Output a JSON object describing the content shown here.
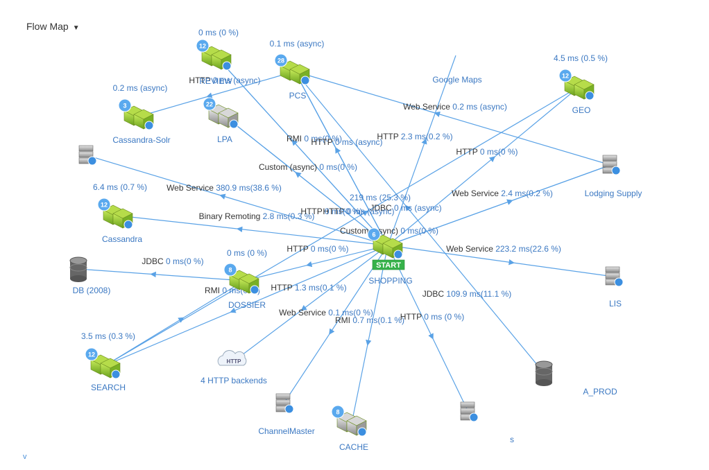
{
  "header": {
    "title": "Flow Map"
  },
  "footer": {
    "mark": "v"
  },
  "colors": {
    "edge": "#5aa2e6",
    "edge_label_type": "#333333",
    "edge_label_value": "#3b78c2",
    "node_label": "#3b78c2",
    "start_badge": "#36b24a",
    "badge": "#5aa9ee",
    "app_node": "#8fc43a"
  },
  "nodes": [
    {
      "id": "review",
      "kind": "app",
      "label": "REVIEW",
      "badge": "12",
      "stat": "0 ms (0 %)"
    },
    {
      "id": "pcs",
      "kind": "app",
      "label": "PCS",
      "badge": "28",
      "stat": "0.1 ms (async)"
    },
    {
      "id": "cassandra_solr",
      "kind": "app",
      "label": "Cassandra-Solr",
      "badge": "3",
      "stat": "0.2 ms (async)"
    },
    {
      "id": "lpa",
      "kind": "app-grey",
      "label": "LPA",
      "badge": "22",
      "stat": ""
    },
    {
      "id": "google_maps",
      "kind": "service",
      "label": "Google Maps",
      "badge": "",
      "stat": ""
    },
    {
      "id": "geo",
      "kind": "app",
      "label": "GEO",
      "badge": "12",
      "stat": "4.5 ms (0.5 %)"
    },
    {
      "id": "blurred_server",
      "kind": "server",
      "label": "",
      "badge": "",
      "stat": ""
    },
    {
      "id": "lodging",
      "kind": "server",
      "label": "Lodging Supply",
      "badge": "",
      "stat": ""
    },
    {
      "id": "cassandra",
      "kind": "app",
      "label": "Cassandra",
      "badge": "12",
      "stat": "6.4 ms (0.7 %)"
    },
    {
      "id": "shopping",
      "kind": "app",
      "label": "SHOPPING",
      "badge": "6",
      "stat": "",
      "start": "START"
    },
    {
      "id": "db2008",
      "kind": "db",
      "label": "DB (2008)",
      "badge": "",
      "stat": ""
    },
    {
      "id": "dossier",
      "kind": "app",
      "label": "DOSSIER",
      "badge": "8",
      "stat": "0 ms (0 %)"
    },
    {
      "id": "lis",
      "kind": "server",
      "label": "LIS",
      "badge": "",
      "stat": ""
    },
    {
      "id": "search",
      "kind": "app",
      "label": "SEARCH",
      "badge": "12",
      "stat": "3.5 ms (0.3 %)"
    },
    {
      "id": "http_backends",
      "kind": "cloud",
      "label": "4 HTTP backends",
      "badge": "",
      "stat": "",
      "icon_text": "HTTP"
    },
    {
      "id": "prod_db",
      "kind": "db",
      "label": "A_PROD",
      "badge": "",
      "stat": ""
    },
    {
      "id": "channelmaster",
      "kind": "server",
      "label": "ChannelMaster",
      "badge": "",
      "stat": ""
    },
    {
      "id": "cache",
      "kind": "app-grey",
      "label": "CACHE",
      "badge": "8",
      "stat": ""
    },
    {
      "id": "blurred_bottom",
      "kind": "server",
      "label": "s",
      "badge": "",
      "stat": ""
    }
  ],
  "edges": [
    {
      "from": "shopping",
      "to": "review",
      "type": "HTTP",
      "value": "0 ms (async)"
    },
    {
      "from": "shopping",
      "to": "pcs",
      "type": "RMI",
      "value": "0 ms(0 %)"
    },
    {
      "from": "pcs",
      "to": "cassandra_solr",
      "type": "",
      "value": ""
    },
    {
      "from": "shopping",
      "to": "lpa",
      "type": "Custom (async)",
      "value": "0 ms(0 %)"
    },
    {
      "from": "shopping",
      "to": "google_maps",
      "type": "HTTP",
      "value": "2.3 ms(0.2 %)"
    },
    {
      "from": "shopping",
      "to": "geo",
      "type": "HTTP",
      "value": "0 ms(0 %)"
    },
    {
      "from": "shopping",
      "to": "blurred_server",
      "type": "Web Service",
      "value": "380.9 ms(38.6 %)"
    },
    {
      "from": "lodging",
      "to": "pcs",
      "type": "Web Service",
      "value": "0.2 ms (async)"
    },
    {
      "from": "shopping",
      "to": "lodging",
      "type": "Web Service",
      "value": "2.4 ms(0.2 %)"
    },
    {
      "from": "shopping",
      "to": "cassandra",
      "type": "Binary Remoting",
      "value": "2.8 ms(0.3 %)"
    },
    {
      "from": "shopping",
      "to": "dossier",
      "type": "HTTP",
      "value": "0 ms(0 %)"
    },
    {
      "from": "dossier",
      "to": "db2008",
      "type": "JDBC",
      "value": "0 ms(0 %)"
    },
    {
      "from": "shopping",
      "to": "lis",
      "type": "Web Service",
      "value": "223.2 ms(22.6 %)"
    },
    {
      "from": "shopping",
      "to": "search",
      "type": "HTTP",
      "value": "1.3 ms(0.1 %)"
    },
    {
      "from": "search",
      "to": "dossier",
      "type": "RMI",
      "value": "0 ms(0 %)"
    },
    {
      "from": "search",
      "to": "geo",
      "type": "",
      "value": ""
    },
    {
      "from": "shopping",
      "to": "http_backends",
      "type": "Web Service",
      "value": "0.1 ms(0 %)"
    },
    {
      "from": "shopping",
      "to": "channelmaster",
      "type": "RMI",
      "value": "0.7 ms(0.1 %)"
    },
    {
      "from": "shopping",
      "to": "cache",
      "type": "HTTP",
      "value": "0 ms (0 %)"
    },
    {
      "from": "shopping",
      "to": "blurred_bottom",
      "type": "JDBC",
      "value": "109.9 ms(11.1 %)"
    },
    {
      "from": "prod_db",
      "to": "pcs",
      "type": "JDBC",
      "value": "0 ms (async)"
    },
    {
      "from": "shopping",
      "to": "review",
      "type": "",
      "value": "219 ms (25.3 %)"
    },
    {
      "from": "shopping",
      "to": "pcs",
      "type": "HTTP",
      "value": "0 ms (async)"
    },
    {
      "from": "shopping",
      "to": "lpa",
      "type": "HTTP",
      "value": "0 ms(0 %)"
    },
    {
      "from": "shopping",
      "to": "pcs",
      "type": "HTTP",
      "value": "0 ms (async)"
    },
    {
      "from": "shopping",
      "to": "lodging",
      "type": "Custom (async)",
      "value": "0 ms(0 %)"
    }
  ]
}
